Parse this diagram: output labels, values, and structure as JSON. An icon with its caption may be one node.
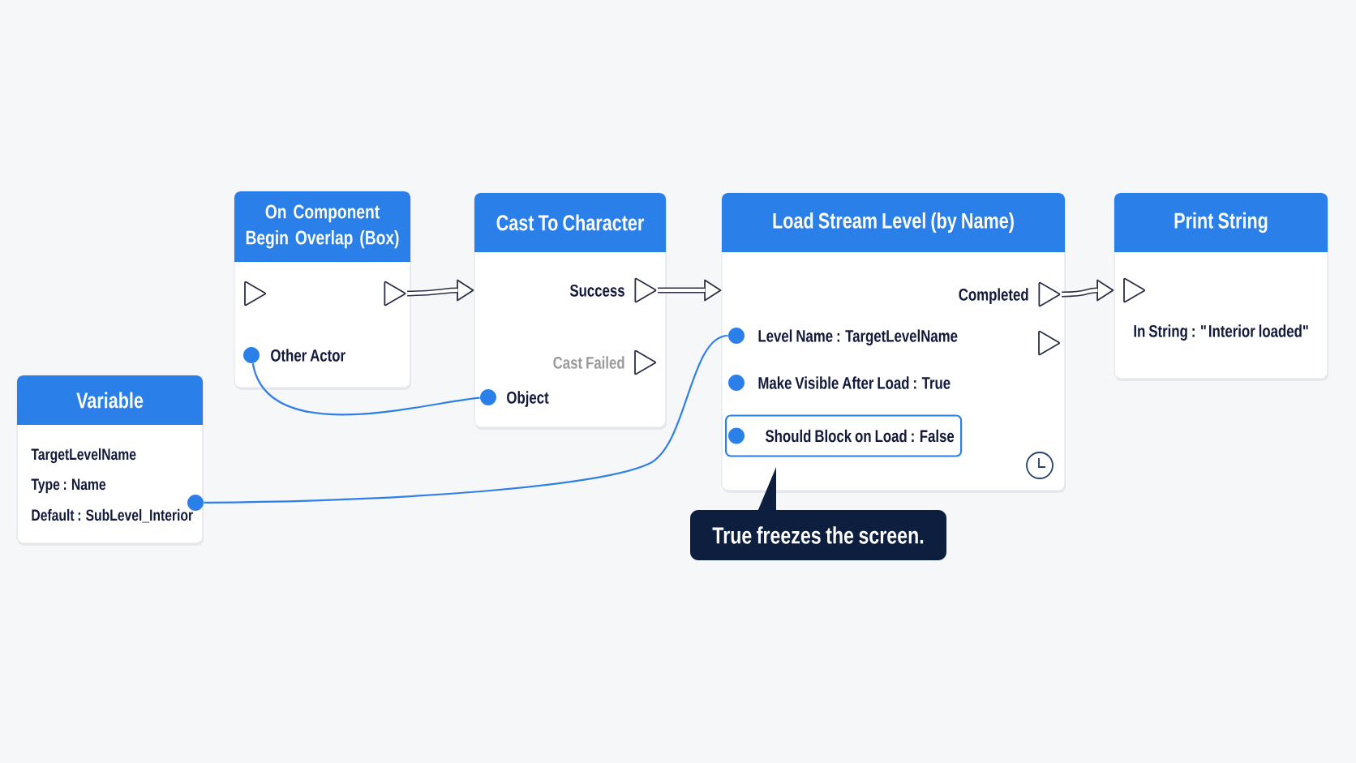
{
  "diagram": {
    "nodes": [
      {
        "text": [
          "On Component Begin Overlap (Box)"
        ]
      },
      {
        "text": [],
        "shape": "triangle",
        "in": 0
      },
      {
        "text": [],
        "shape": "triangle",
        "in": 0
      },
      {
        "text": [],
        "shape": "circle",
        "beside": [
          "Other Actor"
        ],
        "in": 0
      },
      {
        "text": [
          "Cast To Character"
        ]
      },
      {
        "text": [],
        "shape": "triangle",
        "beside": [
          "Success"
        ],
        "in": 4
      },
      {
        "text": [],
        "shape": "triangle",
        "beside": [
          "Cast Failed"
        ],
        "in": 4
      },
      {
        "text": [],
        "shape": "circle",
        "beside": [
          "Object"
        ],
        "in": 4
      },
      {
        "text": [
          "Load Stream Level (by Name)"
        ]
      },
      {
        "text": [],
        "shape": "triangle",
        "beside": [
          "Completed"
        ],
        "in": 8
      },
      {
        "text": [],
        "shape": "circle",
        "beside": [
          "Level Name : TargetLevelName"
        ],
        "in": 8
      },
      {
        "text": [],
        "shape": "triangle",
        "in": 8
      },
      {
        "text": [],
        "shape": "circle",
        "beside": [
          "Make Visible After Load : True"
        ],
        "in": 8
      },
      {
        "text": [
          "Should Block on Load : False"
        ],
        "in": 8
      },
      {
        "text": [
          "Print String",
          "In String : \"Interior loaded\""
        ]
      },
      {
        "text": [],
        "shape": "triangle",
        "in": 14
      },
      {
        "text": [
          "Variable",
          "TargetLevelName",
          "Type : Name"
        ]
      },
      {
        "text": [],
        "shape": "circle",
        "beside": [
          "Default : SubLevel_Interior"
        ],
        "in": 16
      },
      {
        "text": [
          "True freezes the screen."
        ]
      }
    ],
    "edges": [
      {
        "from": 2,
        "to": 4,
        "arrow": "to"
      },
      {
        "from": 5,
        "to": 8,
        "arrow": "to"
      },
      {
        "from": 9,
        "to": 14,
        "arrow": "to"
      },
      {
        "from": 3,
        "to": 7,
        "arrow": "none",
        "color": "#2f7fe6"
      },
      {
        "from": 17,
        "to": 10,
        "arrow": "none",
        "color": "#2f7fe6"
      }
    ]
  }
}
